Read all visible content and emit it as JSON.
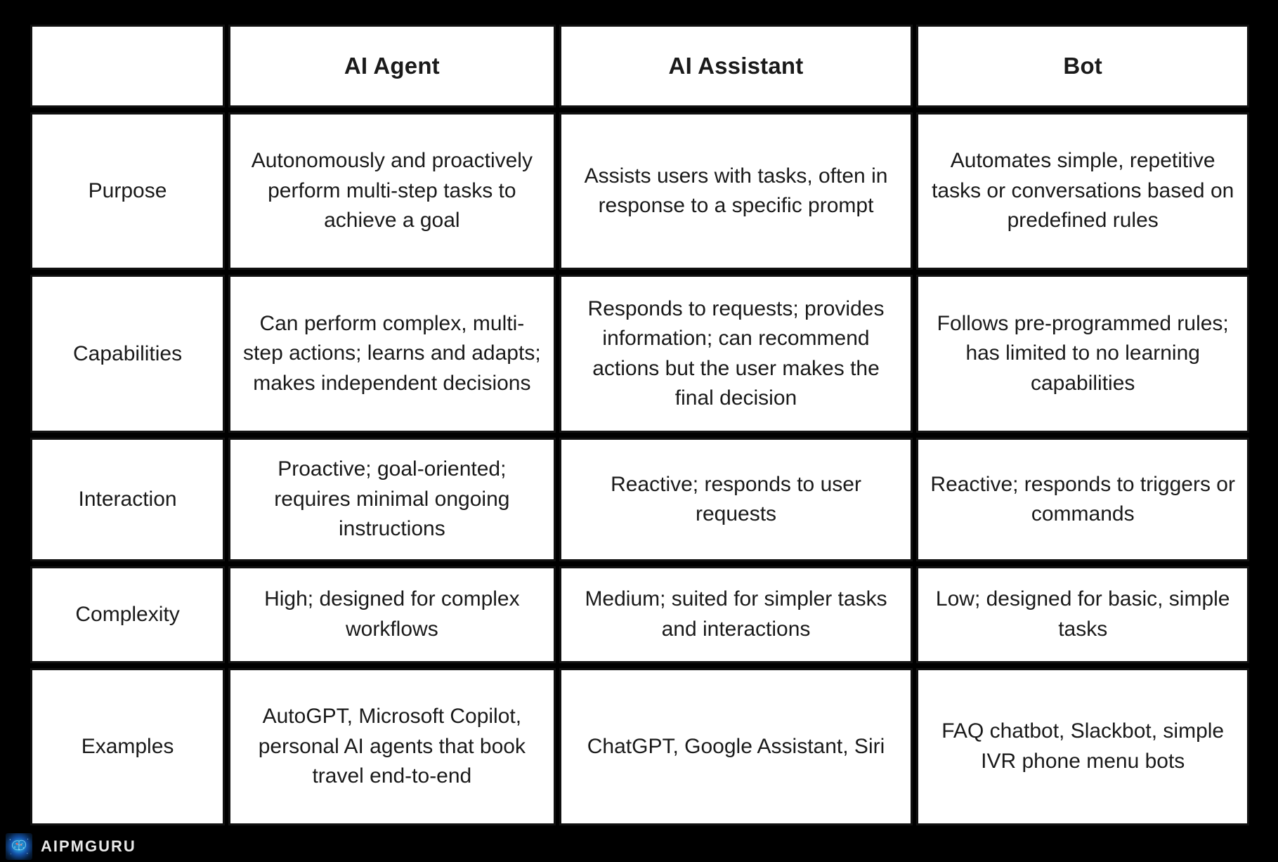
{
  "table": {
    "corner_label": "",
    "columns": [
      {
        "key": "label",
        "header": ""
      },
      {
        "key": "agent",
        "header": "AI Agent"
      },
      {
        "key": "assistant",
        "header": "AI Assistant"
      },
      {
        "key": "bot",
        "header": "Bot"
      }
    ],
    "rows": [
      {
        "label": "Purpose",
        "agent": "Autonomously and proactively perform multi-step tasks to achieve a goal",
        "assistant": "Assists users with tasks, often in response to a specific prompt",
        "bot": "Automates simple, repetitive tasks or conversations based on predefined rules"
      },
      {
        "label": "Capabilities",
        "agent": "Can perform complex, multi-step actions; learns and adapts; makes independent decisions",
        "assistant": "Responds to requests; provides information; can recommend actions but the user makes the final decision",
        "bot": "Follows pre-programmed rules; has limited to no learning capabilities"
      },
      {
        "label": "Interaction",
        "agent": "Proactive; goal-oriented; requires minimal ongoing instructions",
        "assistant": "Reactive; responds to user requests",
        "bot": "Reactive; responds to triggers or commands"
      },
      {
        "label": "Complexity",
        "agent": "High; designed for complex workflows",
        "assistant": "Medium; suited for simpler tasks and interactions",
        "bot": "Low; designed for basic, simple tasks"
      },
      {
        "label": "Examples",
        "agent": "AutoGPT, Microsoft Copilot, personal AI agents that book travel end-to-end",
        "assistant": "ChatGPT, Google Assistant, Siri",
        "bot": "FAQ chatbot, Slackbot, simple IVR phone menu bots"
      }
    ]
  },
  "footer": {
    "brand_name": "AIPMGURU",
    "logo_icon": "brain-logo-icon"
  },
  "colors": {
    "background": "#000000",
    "cell_background": "#ffffff",
    "cell_border": "#111111",
    "text": "#1a1a1a",
    "brand_text": "#e9e9e9",
    "logo_glow": "#2aa4e0"
  }
}
